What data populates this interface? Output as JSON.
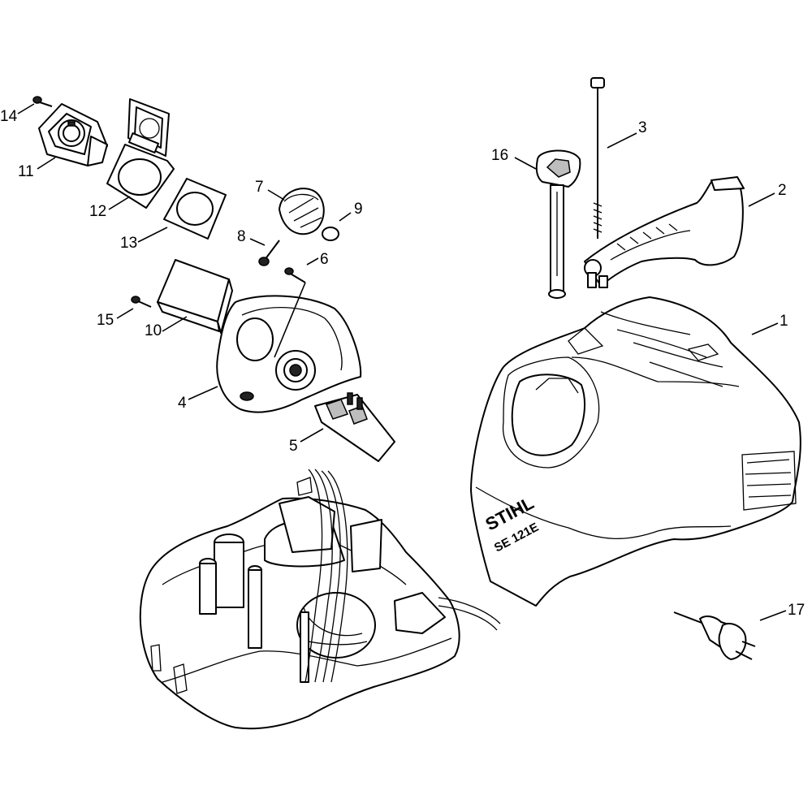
{
  "diagram": {
    "callouts": {
      "c1": "1",
      "c2": "2",
      "c3": "3",
      "c4": "4",
      "c5": "5",
      "c6": "6",
      "c7": "7",
      "c8": "8",
      "c9": "9",
      "c10": "10",
      "c11": "11",
      "c12": "12",
      "c13": "13",
      "c14": "14",
      "c15": "15",
      "c16": "16",
      "c17": "17"
    },
    "brand_text": "STIHL",
    "model_text": "SE 121E"
  }
}
